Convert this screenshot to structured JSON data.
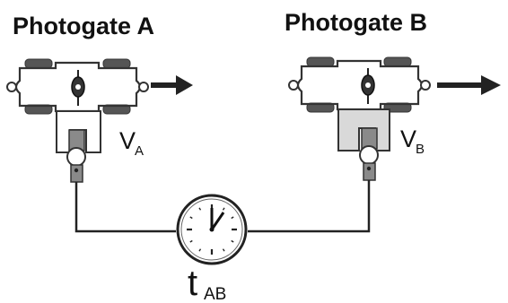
{
  "photogate_a": {
    "title": "Photogate A",
    "velocity_label": "V",
    "velocity_subscript": "A",
    "body_color": "#ffffff"
  },
  "photogate_b": {
    "title": "Photogate B",
    "velocity_label": "V",
    "velocity_subscript": "B",
    "body_color": "#d9d9d9"
  },
  "timer": {
    "label": "t",
    "label_subscript": "AB"
  },
  "colors": {
    "line": "#222222",
    "wheel": "#555555",
    "sensor": "#8a8a8a"
  }
}
